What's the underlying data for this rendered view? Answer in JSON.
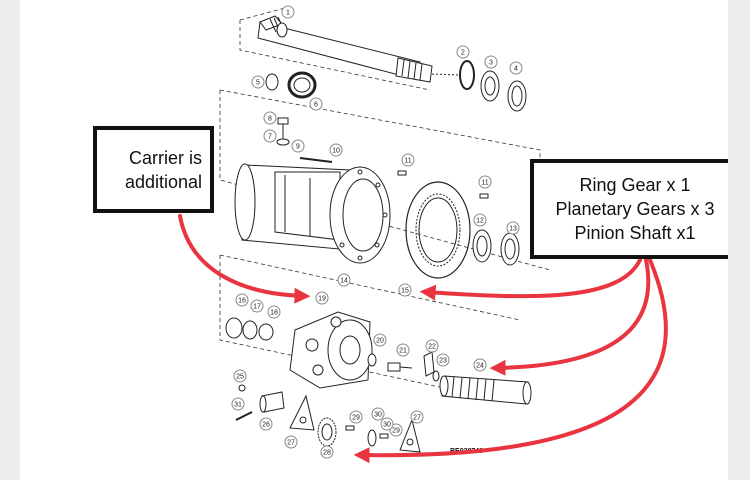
{
  "callouts": {
    "carrier": {
      "lines": [
        "Carrier is",
        "additional"
      ]
    },
    "included": {
      "lines": [
        "Ring Gear x 1",
        "Planetary Gears x 3",
        "Pinion Shaft x1"
      ]
    }
  },
  "diagram": {
    "reference_code": "RE028748",
    "part_numbers": [
      "1",
      "2",
      "3",
      "4",
      "5",
      "6",
      "7",
      "8",
      "9",
      "10",
      "11",
      "11",
      "12",
      "13",
      "14",
      "15",
      "16",
      "17",
      "18",
      "19",
      "20",
      "21",
      "22",
      "23",
      "24",
      "25",
      "26",
      "27",
      "27",
      "28",
      "29",
      "29",
      "30",
      "30",
      "31"
    ]
  },
  "colors": {
    "arrow": "#e8353f",
    "callout_border": "#111111",
    "line_art": "#222222"
  }
}
